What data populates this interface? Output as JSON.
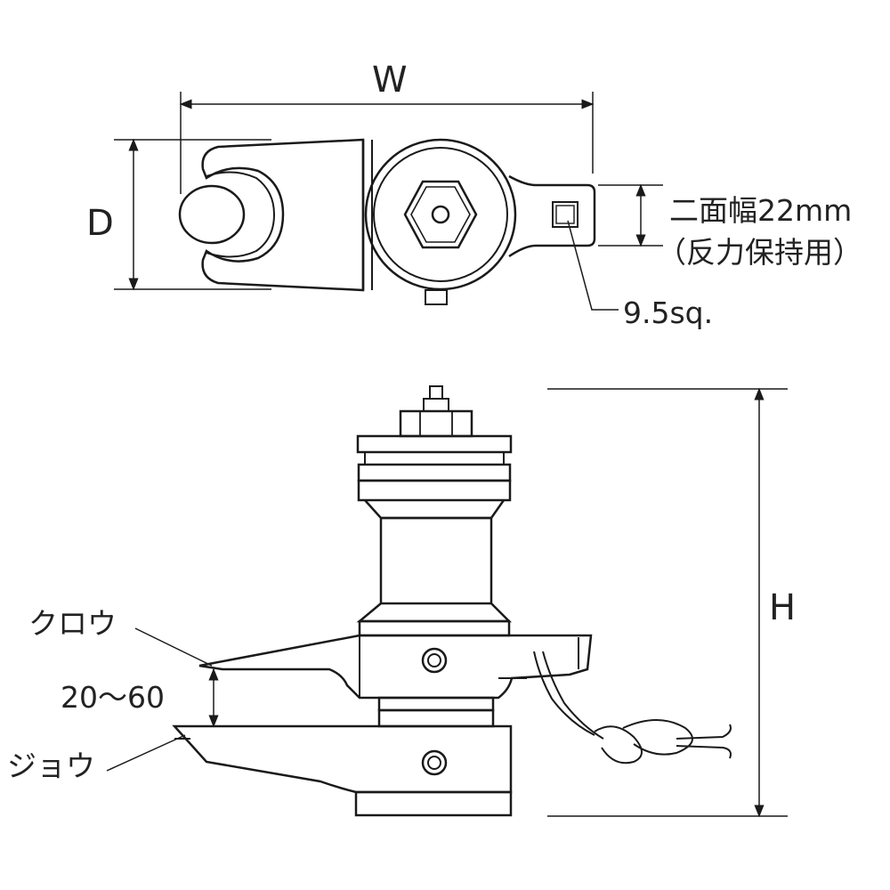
{
  "labels": {
    "width": "W",
    "depth": "D",
    "height": "H",
    "across_flats_line1": "二面幅22mm",
    "across_flats_line2": "（反力保持用）",
    "square_drive": "9.5sq.",
    "claw": "クロウ",
    "jaw": "ジョウ",
    "opening_range": "20～60"
  },
  "colors": {
    "line": "#1a1a1a",
    "text": "#222222",
    "background": "#ffffff"
  }
}
